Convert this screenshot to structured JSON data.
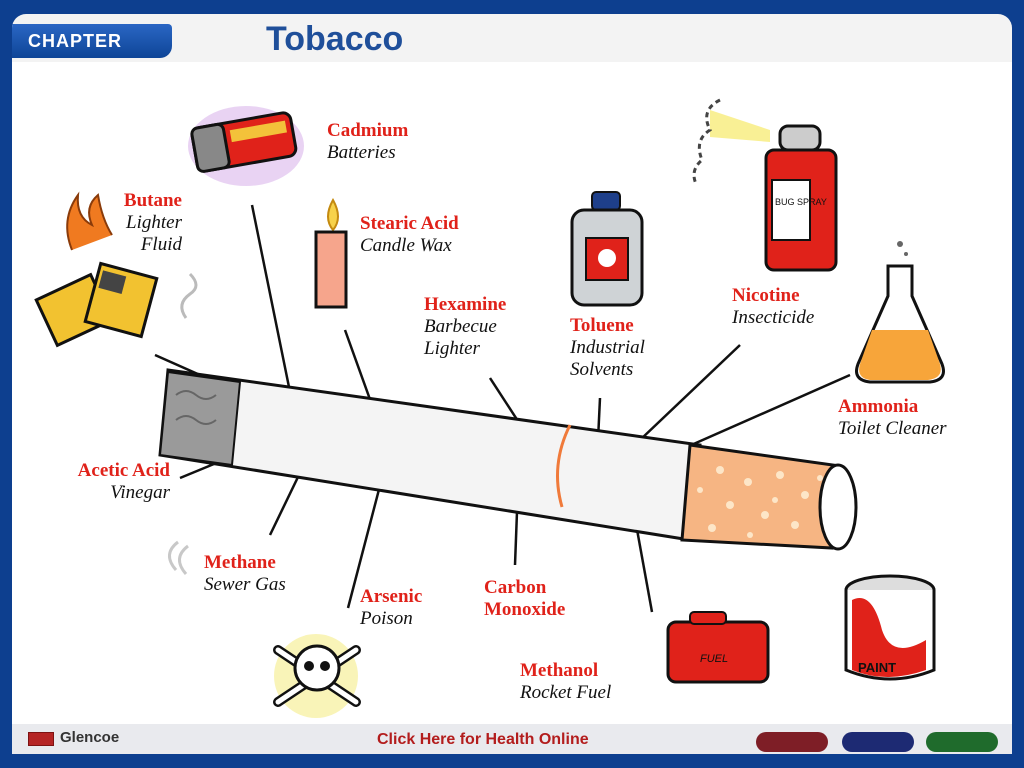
{
  "header": {
    "chapter": "CHAPTER",
    "title": "Tobacco"
  },
  "footer": {
    "left_text": "Glencoe",
    "link_text": "Click Here for Health Online"
  },
  "labels": [
    {
      "chem": "Cadmium",
      "use": "Batteries"
    },
    {
      "chem": "Butane",
      "use": "Lighter",
      "use2": "Fluid"
    },
    {
      "chem": "Stearic Acid",
      "use": "Candle Wax"
    },
    {
      "chem": "Hexamine",
      "use": "Barbecue",
      "use2": "Lighter"
    },
    {
      "chem": "Toluene",
      "use": "Industrial",
      "use2": "Solvents"
    },
    {
      "chem": "Nicotine",
      "use": "Insecticide"
    },
    {
      "chem": "Ammonia",
      "use": "Toilet Cleaner"
    },
    {
      "chem": "Acetic Acid",
      "use": "Vinegar"
    },
    {
      "chem": "Methane",
      "use": "Sewer Gas"
    },
    {
      "chem": "Arsenic",
      "use": "Poison"
    },
    {
      "chem": "Carbon",
      "use": "Monoxide"
    },
    {
      "chem": "Methanol",
      "use": "Rocket Fuel"
    }
  ],
  "icon_texts": {
    "spray_can": "BUG SPRAY",
    "fuel_can": "FUEL",
    "paint_can": "PAINT"
  },
  "colors": {
    "chem_red": "#e0221a",
    "title_blue": "#1f4f9a",
    "frame_blue": "#0d3f8f"
  }
}
